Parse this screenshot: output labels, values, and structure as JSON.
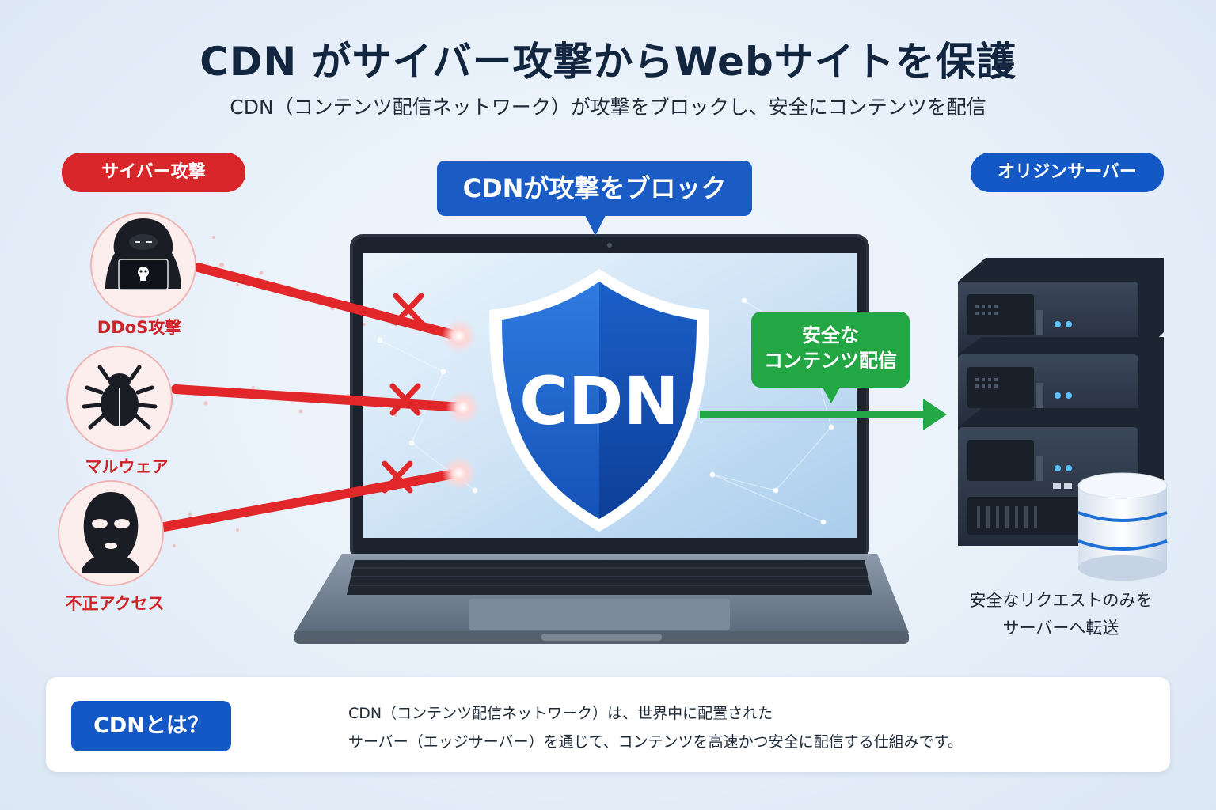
{
  "header": {
    "title": "CDN がサイバー攻撃からWebサイトを保護",
    "subtitle": "CDN（コンテンツ配信ネットワーク）が攻撃をブロックし、安全にコンテンツを配信"
  },
  "attacks": {
    "label": "サイバー攻撃",
    "items": [
      {
        "label": "DDoS攻撃",
        "icon": "hacker-icon"
      },
      {
        "label": "マルウェア",
        "icon": "bug-icon"
      },
      {
        "label": "不正アクセス",
        "icon": "masked-intruder-icon"
      }
    ]
  },
  "cdn": {
    "callout": "CDNが攻撃をブロック",
    "shield_text": "CDN"
  },
  "delivery": {
    "line1": "安全な",
    "line2": "コンテンツ配信"
  },
  "origin": {
    "label": "オリジンサーバー",
    "caption_line1": "安全なリクエストのみを",
    "caption_line2": "サーバーへ転送"
  },
  "info": {
    "tag": "CDNとは？",
    "icon": "globe-network-icon",
    "line1": "CDN（コンテンツ配信ネットワーク）は、世界中に配置された",
    "line2": "サーバー（エッジサーバー）を通じて、コンテンツを高速かつ安全に配信する仕組みです。"
  },
  "colors": {
    "attack_red": "#d9262b",
    "cdn_blue": "#1358c4",
    "safe_green": "#23a744",
    "title_navy": "#13263f"
  }
}
